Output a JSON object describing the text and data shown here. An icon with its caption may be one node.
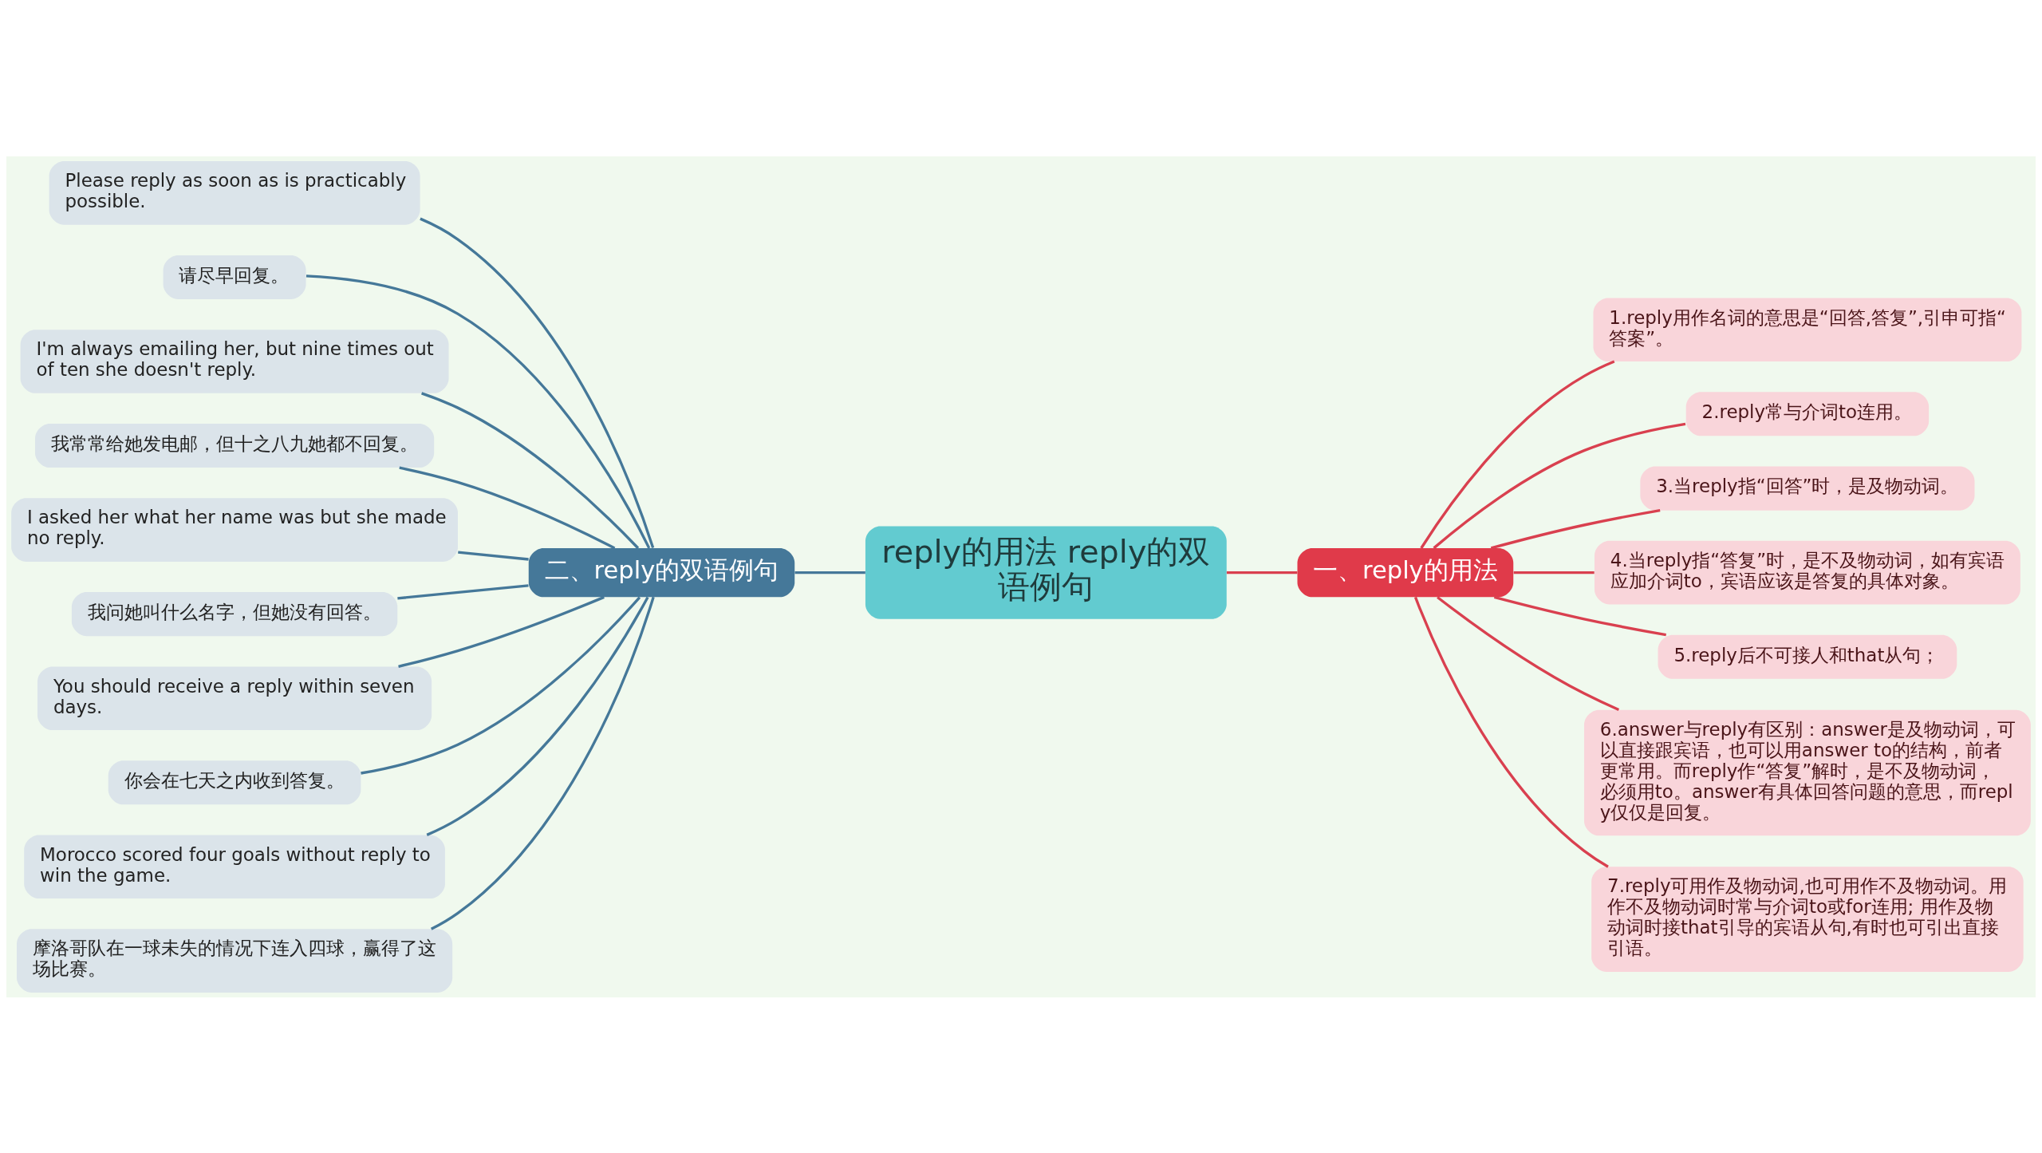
{
  "diagram": {
    "nodes": [
      {
        "text": [
          "reply的用法 reply的双语例句"
        ]
      },
      {
        "text": [
          "一、reply的用法"
        ]
      },
      {
        "text": [
          "1.reply用作名词的意思是“回答,答复”,引申可指“答案”。"
        ]
      },
      {
        "text": [
          "2.reply常与介词to连用。"
        ]
      },
      {
        "text": [
          "3.当reply指“回答”时，是及物动词。"
        ]
      },
      {
        "text": [
          "4.当reply指“答复”时，是不及物动词，如有宾语应加介词to，宾语应该是答复的具体对象。"
        ]
      },
      {
        "text": [
          "5.reply后不可接人和that从句；"
        ]
      },
      {
        "text": [
          "6.answer与reply有区别：answer是及物动词，可以直接跟宾语，也可以用answer to的结构，前者更常用。而reply作“答复”解时，是不及物动词，必须用to。answer有具体回答问题的意思，而reply仅仅是回复。"
        ]
      },
      {
        "text": [
          "7.reply可用作及物动词,也可用作不及物动词。用作不及物动词时常与介词to或for连用; 用作及物动词时接that引导的宾语从句,有时也可引出直接引语。"
        ]
      },
      {
        "text": [
          "二、reply的双语例句"
        ]
      },
      {
        "text": [
          "Please reply as soon as is practicably possible."
        ]
      },
      {
        "text": [
          "请尽早回复。"
        ]
      },
      {
        "text": [
          "I'm always emailing her, but nine times out of ten she doesn't reply."
        ]
      },
      {
        "text": [
          "我常常给她发电邮，但十之八九她都不回复。"
        ]
      },
      {
        "text": [
          "I asked her what her name was but she made no reply."
        ]
      },
      {
        "text": [
          "我问她叫什么名字，但她没有回答。"
        ]
      },
      {
        "text": [
          "You should receive a reply within seven days."
        ]
      },
      {
        "text": [
          "你会在七天之内收到答复。"
        ]
      },
      {
        "text": [
          "Morocco scored four goals without reply to win the game."
        ]
      },
      {
        "text": [
          "摩洛哥队在一球未失的情况下连入四球，赢得了这场比赛。"
        ]
      }
    ],
    "edges": [
      {
        "from": 0,
        "to": 1,
        "arrow": "none",
        "color": "#d9404f"
      },
      {
        "from": 1,
        "to": 2,
        "arrow": "none",
        "color": "#d9404f"
      },
      {
        "from": 1,
        "to": 3,
        "arrow": "none",
        "color": "#d9404f"
      },
      {
        "from": 1,
        "to": 4,
        "arrow": "none",
        "color": "#d9404f"
      },
      {
        "from": 1,
        "to": 5,
        "arrow": "none",
        "color": "#d9404f"
      },
      {
        "from": 1,
        "to": 6,
        "arrow": "none",
        "color": "#d9404f"
      },
      {
        "from": 1,
        "to": 7,
        "arrow": "none",
        "color": "#d9404f"
      },
      {
        "from": 1,
        "to": 8,
        "arrow": "none",
        "color": "#d9404f"
      },
      {
        "from": 0,
        "to": 9,
        "arrow": "none"
      },
      {
        "from": 9,
        "to": 10,
        "arrow": "none"
      },
      {
        "from": 9,
        "to": 11,
        "arrow": "none"
      },
      {
        "from": 9,
        "to": 12,
        "arrow": "none"
      },
      {
        "from": 9,
        "to": 13,
        "arrow": "none"
      },
      {
        "from": 9,
        "to": 14,
        "arrow": "none"
      },
      {
        "from": 9,
        "to": 15,
        "arrow": "none"
      },
      {
        "from": 9,
        "to": 16,
        "arrow": "none"
      },
      {
        "from": 9,
        "to": 17,
        "arrow": "none"
      },
      {
        "from": 9,
        "to": 18,
        "arrow": "none"
      },
      {
        "from": 9,
        "to": 19,
        "arrow": "none"
      }
    ]
  }
}
